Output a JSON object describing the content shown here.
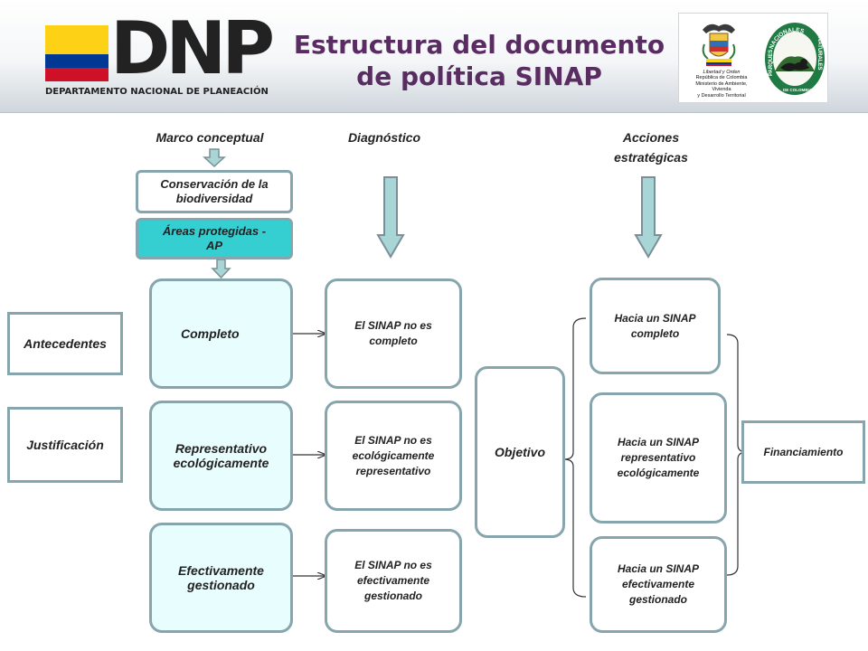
{
  "header": {
    "logo_word": "DNP",
    "logo_subtitle": "DEPARTAMENTO NACIONAL DE PLANEACIÓN",
    "title_line1": "Estructura del documento",
    "title_line2": "de política SINAP",
    "coat_motto": "Libertad y Orden",
    "coat_line1": "República de Colombia",
    "coat_line2": "Ministerio de Ambiente, Vivienda",
    "coat_line3": "y Desarrollo Territorial",
    "parques_top": "NACIONALES",
    "parques_left": "PARQUES",
    "parques_right": "NATURALES",
    "parques_bottom": "DE COLOMBIA"
  },
  "colors": {
    "flag_yellow": "#fcd116",
    "flag_blue": "#003893",
    "flag_red": "#ce1126",
    "title": "#5a2d62",
    "border": "#86a5ac",
    "arrow": "#a8d6d6",
    "cyan_box": "#36cfd1",
    "light_box": "#e8fdfd"
  },
  "columns": {
    "marco": "Marco conceptual",
    "diagnostico": "Diagnóstico",
    "acciones_1": "Acciones",
    "acciones_2": "estratégicas"
  },
  "boxes": {
    "conservacion_1": "Conservación de la",
    "conservacion_2": "biodiversidad",
    "areas_1": "Áreas protegidas -",
    "areas_2": "AP",
    "antecedentes": "Antecedentes",
    "justificacion": "Justificación",
    "completo": "Completo",
    "representativo_1": "Representativo",
    "representativo_2": "ecológicamente",
    "efectivamente_1": "Efectivamente",
    "efectivamente_2": "gestionado",
    "diag1_1": "El SINAP no es",
    "diag1_2": "completo",
    "diag2_1": "El SINAP no es",
    "diag2_2": "ecológicamente",
    "diag2_3": "representativo",
    "diag3_1": "El SINAP no es",
    "diag3_2": "efectivamente",
    "diag3_3": "gestionado",
    "objetivo": "Objetivo",
    "acc1_1": "Hacia un SINAP",
    "acc1_2": "completo",
    "acc2_1": "Hacia un SINAP",
    "acc2_2": "representativo",
    "acc2_3": "ecológicamente",
    "acc3_1": "Hacia un SINAP",
    "acc3_2": "efectivamente",
    "acc3_3": "gestionado",
    "financiamiento": "Financiamiento"
  }
}
